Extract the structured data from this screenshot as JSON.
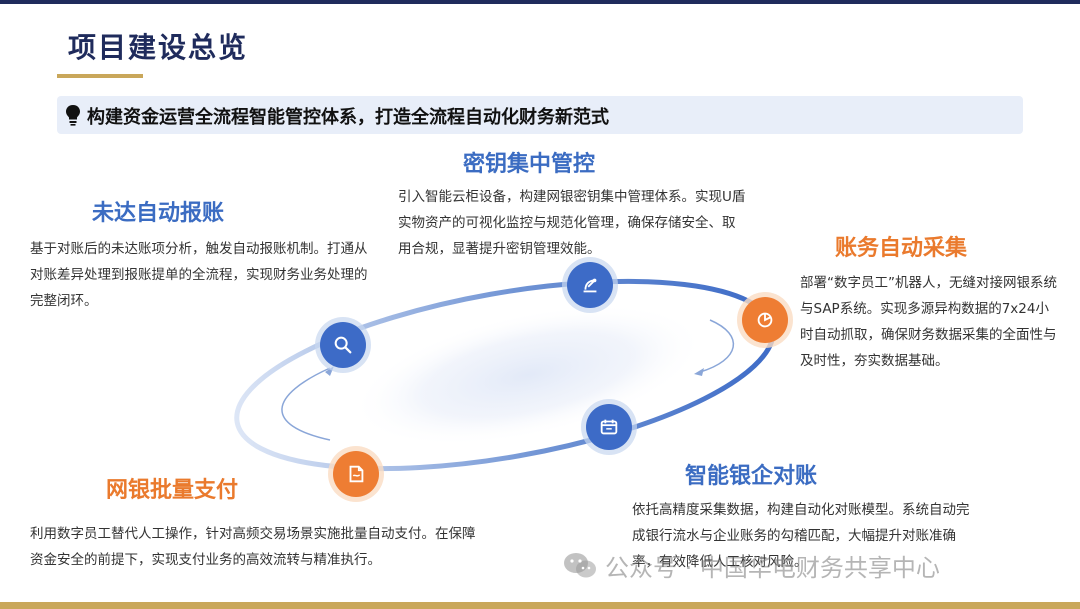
{
  "page": {
    "title": "项目建设总览",
    "banner": "构建资金运营全流程智能管控体系，打造全流程自动化财务新范式"
  },
  "sections": {
    "key": {
      "title": "密钥集中管控",
      "desc": "引入智能云柜设备，构建网银密钥集中管理体系。实现U盾实物资产的可视化监控与规范化管理，确保存储安全、取用合规，显著提升密钥管理效能。"
    },
    "unreach": {
      "title": "未达自动报账",
      "desc": "基于对账后的未达账项分析，触发自动报账机制。打通从对账差异处理到报账提单的全流程，实现财务业务处理的完整闭环。"
    },
    "collect": {
      "title": "账务自动采集",
      "desc": "部署“数字员工”机器人，无缝对接网银系统与SAP系统。实现多源异构数据的7x24小时自动抓取，确保财务数据采集的全面性与及时性，夯实数据基础。"
    },
    "batch": {
      "title": "网银批量支付",
      "desc": "利用数字员工替代人工操作，针对高频交易场景实施批量自动支付。在保障资金安全的前提下，实现支付业务的高效流转与精准执行。"
    },
    "recon": {
      "title": "智能银企对账",
      "desc": "依托高精度采集数据，构建自动化对账模型。系统自动完成银行流水与企业账务的勾稽匹配，大幅提升对账准确率，有效降低人工核对风险。"
    }
  },
  "watermark": "公众号 · 中国华电财务共享中心",
  "colors": {
    "navy": "#1f2b5c",
    "gold": "#c9a75a",
    "blue": "#3b6cc2",
    "orange": "#ea7a2d"
  }
}
